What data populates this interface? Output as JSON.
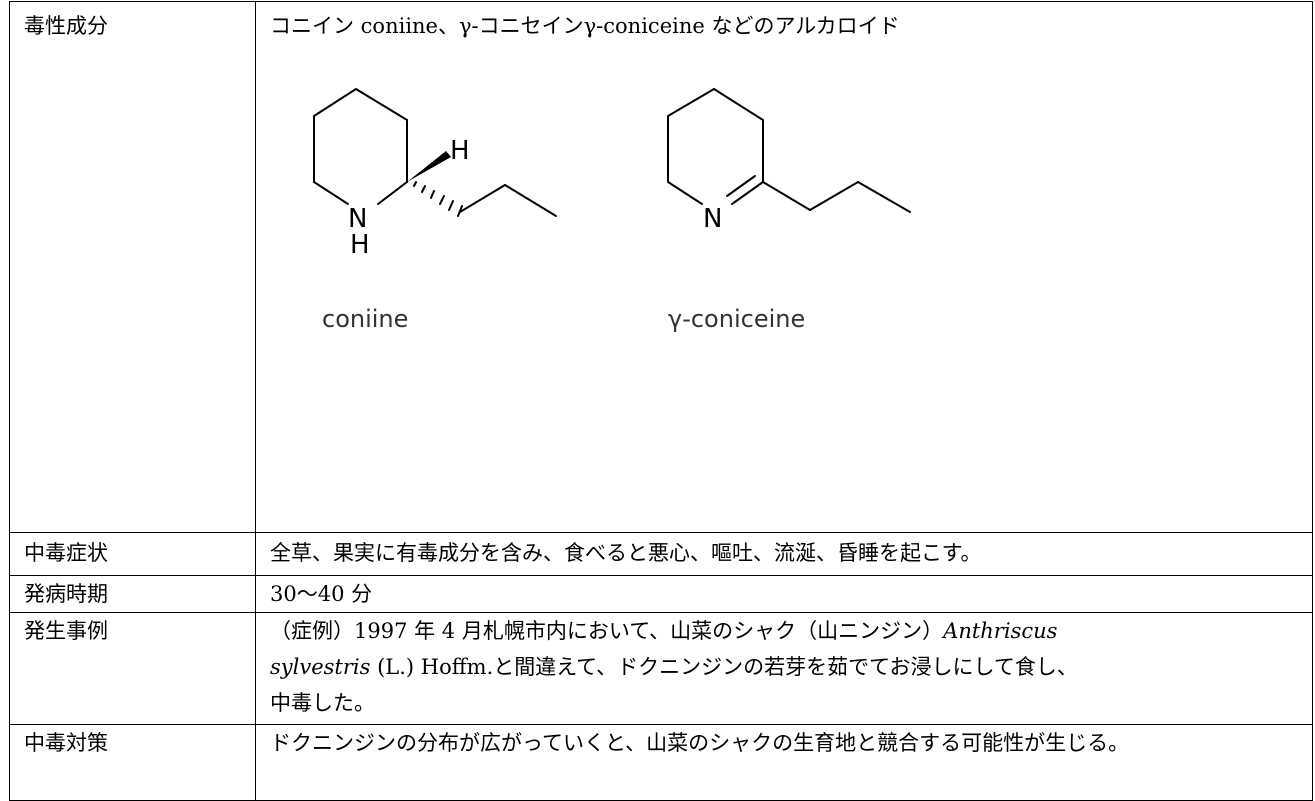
{
  "header_fragment": "",
  "rows": {
    "toxic": {
      "label": "毒性成分",
      "text": "コニイン coniine、γ-コニセインγ-coniceine などのアルカロイド",
      "structures": {
        "coniine": {
          "name": "coniine",
          "atom_n": "N",
          "atom_h_top": "H",
          "atom_h_bottom": "H"
        },
        "gamma_coniceine": {
          "name": "γ-coniceine",
          "atom_n": "N"
        }
      }
    },
    "symptom": {
      "label": "中毒症状",
      "text": "全草、果実に有毒成分を含み、食べると悪心、嘔吐、流涎、昏睡を起こす。"
    },
    "onset": {
      "label": "発病時期",
      "text": "30〜40 分"
    },
    "case": {
      "label": "発生事例",
      "text_1": "（症例）1997 年 4 月札幌市内において、山菜のシャク（山ニンジン）",
      "sci_genus": "Anthriscus",
      "sci_species": "sylvestris",
      "text_2": " (L.) Hoffm.と間違えて、ドクニンジンの若芽を茹でてお浸しにして食し、",
      "text_3": "中毒した。"
    },
    "measure": {
      "label": "中毒対策",
      "text": "ドクニンジンの分布が広がっていくと、山菜のシャクの生育地と競合する可能性が生じる。"
    }
  }
}
